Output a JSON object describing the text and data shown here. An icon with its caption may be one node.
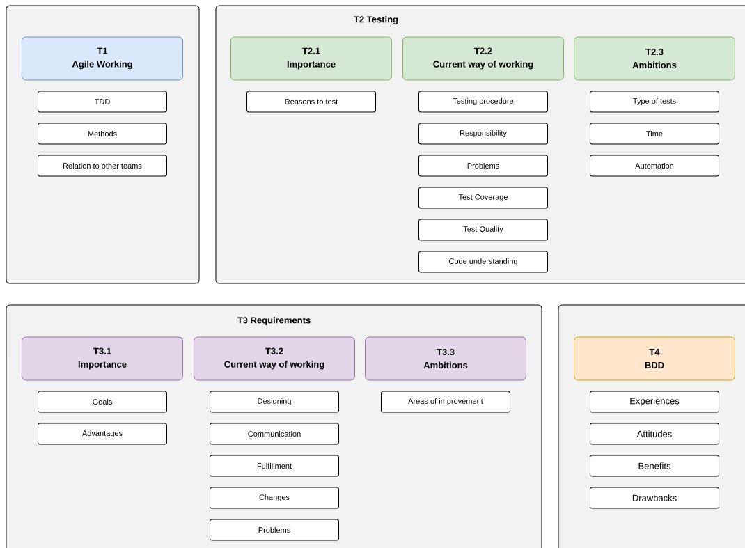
{
  "diagram": {
    "nodes": [
      {
        "text": [],
        "shape": "box"
      },
      {
        "text": [
          "T1",
          "Agile Working"
        ],
        "in": 0
      },
      {
        "text": [
          "TDD"
        ],
        "in": 0
      },
      {
        "text": [
          "Methods"
        ],
        "in": 0
      },
      {
        "text": [
          "Relation to other teams"
        ],
        "in": 0
      },
      {
        "text": [
          "T2 Testing"
        ]
      },
      {
        "text": [
          "T2.1",
          "Importance"
        ],
        "in": 5
      },
      {
        "text": [
          "Reasons to test"
        ],
        "in": 5
      },
      {
        "text": [
          "T2.2",
          "Current way of working"
        ],
        "in": 5
      },
      {
        "text": [
          "Testing procedure"
        ],
        "in": 5
      },
      {
        "text": [
          "Responsibility"
        ],
        "in": 5
      },
      {
        "text": [
          "Problems"
        ],
        "in": 5
      },
      {
        "text": [
          "Test Coverage"
        ],
        "in": 5
      },
      {
        "text": [
          "Test Quality"
        ],
        "in": 5
      },
      {
        "text": [
          "Code understanding"
        ],
        "in": 5
      },
      {
        "text": [
          "T2.3",
          "Ambitions"
        ],
        "in": 5
      },
      {
        "text": [
          "Type of tests"
        ],
        "in": 5
      },
      {
        "text": [
          "Time"
        ],
        "in": 5
      },
      {
        "text": [
          "Automation"
        ],
        "in": 5
      },
      {
        "text": [
          "T3 Requirements"
        ]
      },
      {
        "text": [
          "T3.1",
          "Importance"
        ],
        "in": 19
      },
      {
        "text": [
          "Goals"
        ],
        "in": 19
      },
      {
        "text": [
          "Advantages"
        ],
        "in": 19
      },
      {
        "text": [
          "T3.2",
          "Current way of working"
        ],
        "in": 19
      },
      {
        "text": [
          "Designing"
        ],
        "in": 19
      },
      {
        "text": [
          "Communication"
        ],
        "in": 19
      },
      {
        "text": [
          "Fulfillment"
        ],
        "in": 19
      },
      {
        "text": [
          "Changes"
        ],
        "in": 19
      },
      {
        "text": [
          "Problems"
        ],
        "in": 19
      },
      {
        "text": [
          "T3.3",
          "Ambitions"
        ],
        "in": 19
      },
      {
        "text": [
          "Areas of improvement"
        ],
        "in": 19
      },
      {
        "text": [],
        "shape": "box"
      },
      {
        "text": [
          "T4",
          "BDD"
        ],
        "in": 31
      },
      {
        "text": [
          "Experiences"
        ],
        "in": 31
      },
      {
        "text": [
          "Attitudes"
        ],
        "in": 31
      },
      {
        "text": [
          "Benefits"
        ],
        "in": 31
      },
      {
        "text": [
          "Drawbacks"
        ],
        "in": 31
      }
    ],
    "edges": []
  }
}
